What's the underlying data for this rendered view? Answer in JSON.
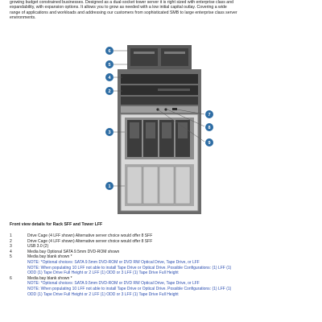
{
  "intro": {
    "line1": "growing budget constrained businesses. Designed as a dual-socket tower server it is right sized with enterprise class and",
    "line2": "expandability, with expansion options. It allows you to grow as needed with a low initial capital outlay. Covering a wide",
    "line3": "range of applications and workloads and addressing our customers from sophisticated SMB to large enterprise class server",
    "line4": "environments."
  },
  "callouts": {
    "c1": "1",
    "c2": "2",
    "c3": "3",
    "c4": "4",
    "c5": "5",
    "c6": "6",
    "c7": "7",
    "c8": "8",
    "c9": "9"
  },
  "caption": "Front view details for Rack SFF and Tower LFF",
  "legend": [
    {
      "num": "1",
      "text": "Drive Cage (4 LFF shown) Alternative server choice would offer 8 SFF"
    },
    {
      "num": "2",
      "text": "Drive Cage (4 LFF shown) Alternative server choice would offer 8 SFF"
    },
    {
      "num": "3",
      "text": "USB 3.0 (2)"
    },
    {
      "num": "4",
      "text": "Media bay Optional SATA 9.5mm DVD-ROM shown"
    },
    {
      "num": "5",
      "text": "Media bay blank shown *"
    },
    {
      "num": "",
      "note": "NOTE: *Optional choices: SATA 9.5mm DVD-ROM or DVD RW Optical Drive, Tape Drive, or LFF"
    },
    {
      "num": "",
      "note": "NOTE: When populating 10 LFF not able to install Tape Drive or Optical Drive. Possible Configurations: (1) LFF (1)"
    },
    {
      "num": "",
      "note": "ODD (1) Tape Drive Full Height or 2 LFF (1) ODD or 3 LFF (1) Tape Drive Full Height"
    },
    {
      "num": "6",
      "text": "Media bay blank shown *"
    },
    {
      "num": "",
      "note": "NOTE: *Optional choices: SATA 9.5mm DVD-ROM or DVD RW Optical Drive, Tape Drive, or LFF"
    },
    {
      "num": "",
      "note": "NOTE: When populating 10 LFF not able to install Tape Drive or Optical Drive. Possible Configurations: (1) LFF (1)"
    },
    {
      "num": "",
      "note": "ODD (1) Tape Drive Full Height or 2 LFF (1) ODD or 3 LFF (1) Tape Drive Full Height"
    }
  ],
  "colors": {
    "callout": "#2e6da4",
    "note": "#2a4db0"
  }
}
